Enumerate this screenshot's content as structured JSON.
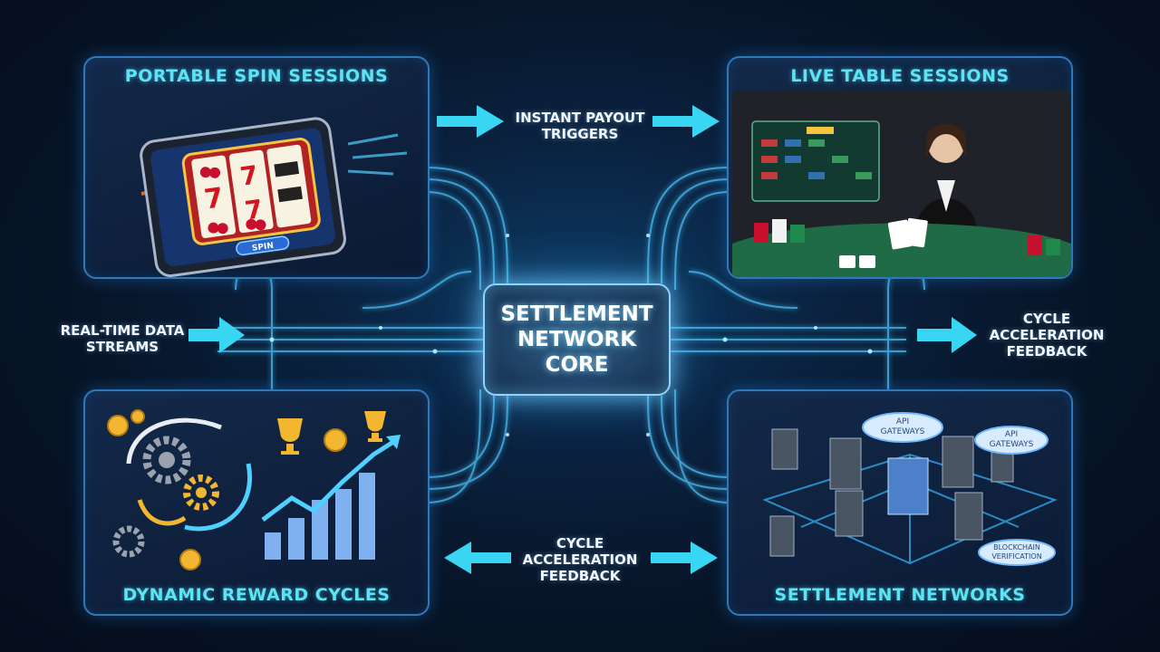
{
  "core": {
    "title": "SETTLEMENT NETWORK CORE"
  },
  "panels": {
    "top_left": {
      "title": "PORTABLE SPIN SESSIONS",
      "spin_button": "SPIN"
    },
    "top_right": {
      "title": "LIVE TABLE SESSIONS"
    },
    "bottom_left": {
      "title": "DYNAMIC REWARD CYCLES"
    },
    "bottom_right": {
      "title": "SETTLEMENT NETWORKS",
      "clouds": [
        "API GATEWAYS",
        "API GATEWAYS",
        "BLOCKCHAIN VERIFICATION"
      ]
    }
  },
  "flows": {
    "top": "INSTANT PAYOUT TRIGGERS",
    "left": "REAL-TIME DATA STREAMS",
    "right": "CYCLE ACCELERATION FEEDBACK",
    "bottom": "CYCLE ACCELERATION FEEDBACK"
  },
  "colors": {
    "accent_cyan": "#38d6f2",
    "title_cyan": "#5fe3f2",
    "glow_blue": "#8fd4ff",
    "panel_border": "#2f79b8",
    "background": "#071528"
  }
}
